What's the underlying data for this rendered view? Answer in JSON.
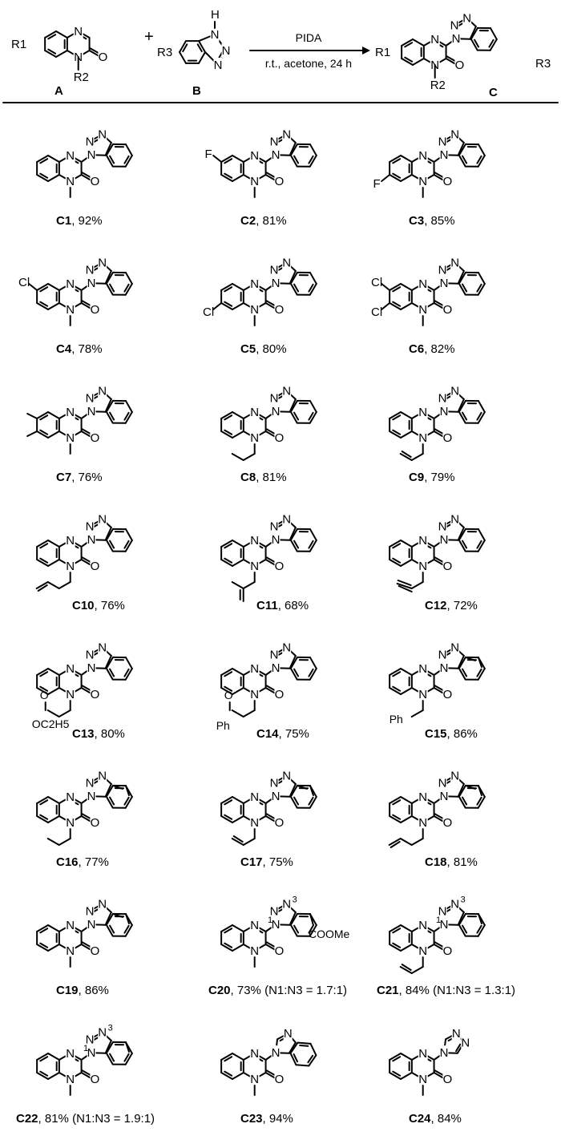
{
  "reaction": {
    "reactant_A": {
      "label": "A",
      "substituents": [
        "R1",
        "R2"
      ]
    },
    "reactant_B": {
      "label": "B",
      "substituents": [
        "R3"
      ]
    },
    "plus": "+",
    "reagent": "PIDA",
    "conditions": "r.t., acetone, 24 h",
    "product": {
      "label": "C",
      "substituents": [
        "R1",
        "R2",
        "R3"
      ]
    }
  },
  "products": [
    {
      "id": "C1",
      "yield": "92%",
      "ratio": ""
    },
    {
      "id": "C2",
      "yield": "81%",
      "ratio": ""
    },
    {
      "id": "C3",
      "yield": "85%",
      "ratio": ""
    },
    {
      "id": "C4",
      "yield": "78%",
      "ratio": ""
    },
    {
      "id": "C5",
      "yield": "80%",
      "ratio": ""
    },
    {
      "id": "C6",
      "yield": "82%",
      "ratio": ""
    },
    {
      "id": "C7",
      "yield": "76%",
      "ratio": ""
    },
    {
      "id": "C8",
      "yield": "81%",
      "ratio": ""
    },
    {
      "id": "C9",
      "yield": "79%",
      "ratio": ""
    },
    {
      "id": "C10",
      "yield": "76%",
      "ratio": ""
    },
    {
      "id": "C11",
      "yield": "68%",
      "ratio": ""
    },
    {
      "id": "C12",
      "yield": "72%",
      "ratio": ""
    },
    {
      "id": "C13",
      "yield": "80%",
      "ratio": ""
    },
    {
      "id": "C14",
      "yield": "75%",
      "ratio": ""
    },
    {
      "id": "C15",
      "yield": "86%",
      "ratio": ""
    },
    {
      "id": "C16",
      "yield": "77%",
      "ratio": ""
    },
    {
      "id": "C17",
      "yield": "75%",
      "ratio": ""
    },
    {
      "id": "C18",
      "yield": "81%",
      "ratio": ""
    },
    {
      "id": "C19",
      "yield": "86%",
      "ratio": ""
    },
    {
      "id": "C20",
      "yield": "73%",
      "ratio": "(N1:N3 = 1.7:1)"
    },
    {
      "id": "C21",
      "yield": "84%",
      "ratio": "(N1:N3 = 1.3:1)"
    },
    {
      "id": "C22",
      "yield": "81%",
      "ratio": "(N1:N3 = 1.9:1)"
    },
    {
      "id": "C23",
      "yield": "94%",
      "ratio": ""
    },
    {
      "id": "C24",
      "yield": "84%",
      "ratio": ""
    }
  ],
  "atoms": {
    "nitrogen": "N",
    "oxygen": "O",
    "hydrogen": "H",
    "fluorine": "F",
    "chlorine": "Cl",
    "ester": "COOMe",
    "ethoxy": "OC2H5",
    "phenyl": "Ph",
    "pos1": "1",
    "pos3": "3"
  }
}
